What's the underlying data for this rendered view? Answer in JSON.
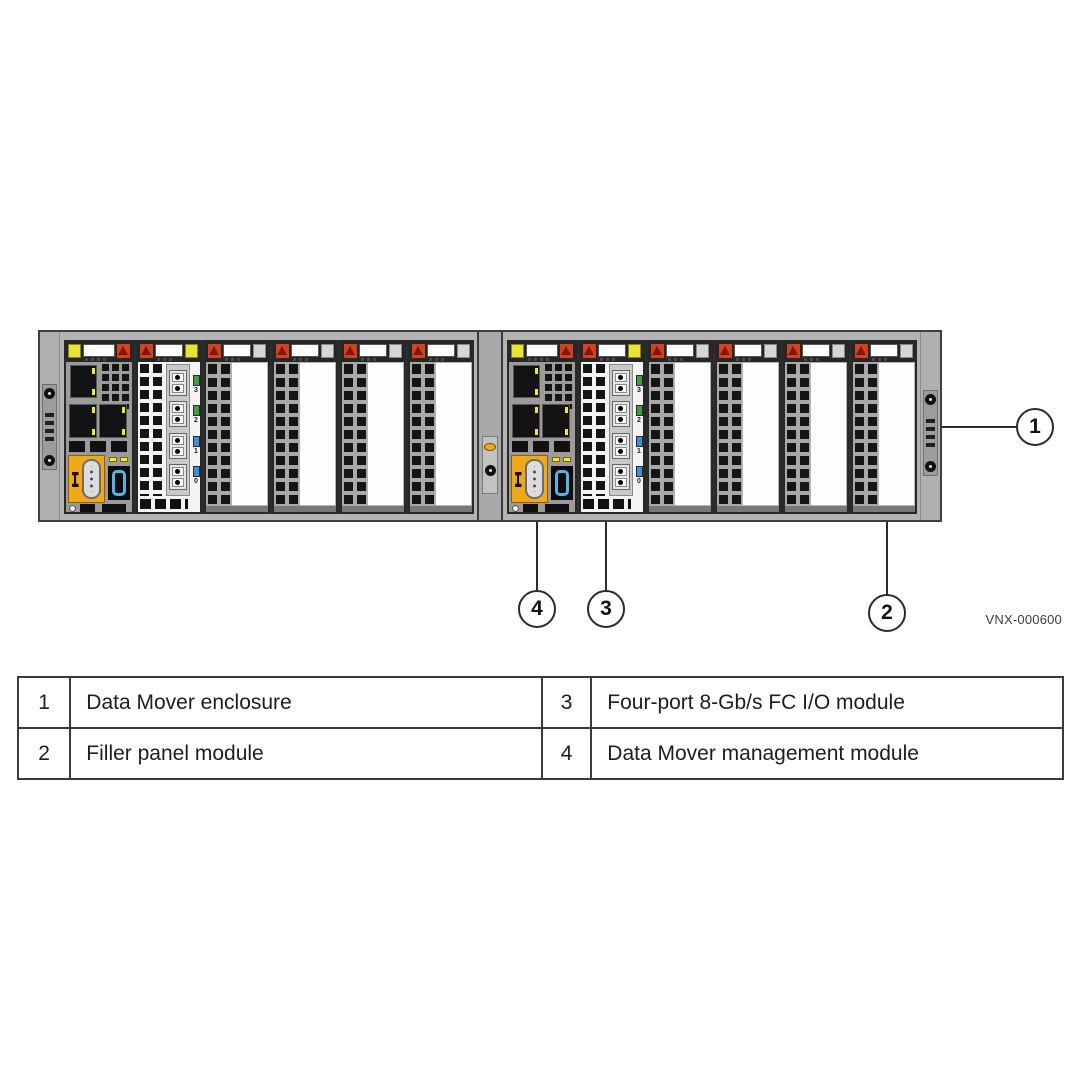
{
  "figure_code": "VNX-000600",
  "callouts": {
    "enclosure": "1",
    "filler": "2",
    "fc": "3",
    "mgmt": "4"
  },
  "legend": {
    "rows": [
      {
        "num": "1",
        "label": "Data Mover enclosure"
      },
      {
        "num": "2",
        "label": "Filler panel module"
      },
      {
        "num": "3",
        "label": "Four-port 8-Gb/s FC I/O module"
      },
      {
        "num": "4",
        "label": "Data Mover management module"
      }
    ]
  },
  "enclosure": {
    "slots_per_half": [
      [
        "management-module",
        "fc-io-module",
        "filler-panel",
        "filler-panel",
        "filler-panel",
        "filler-panel"
      ],
      [
        "management-module",
        "fc-io-module",
        "filler-panel",
        "filler-panel",
        "filler-panel",
        "filler-panel"
      ]
    ]
  },
  "fc_io_module": {
    "port_indicator_labels": [
      "3",
      "2",
      "1",
      "0"
    ]
  },
  "colors": {
    "warning_red": "#d3421f",
    "label_yellow": "#e8e23a",
    "serial_orange": "#f2a81c",
    "port_blue": "#5ab1e2",
    "led_green": "#3f9e44",
    "led_blue": "#3f8fd6",
    "led_yellow": "#ede83b"
  }
}
